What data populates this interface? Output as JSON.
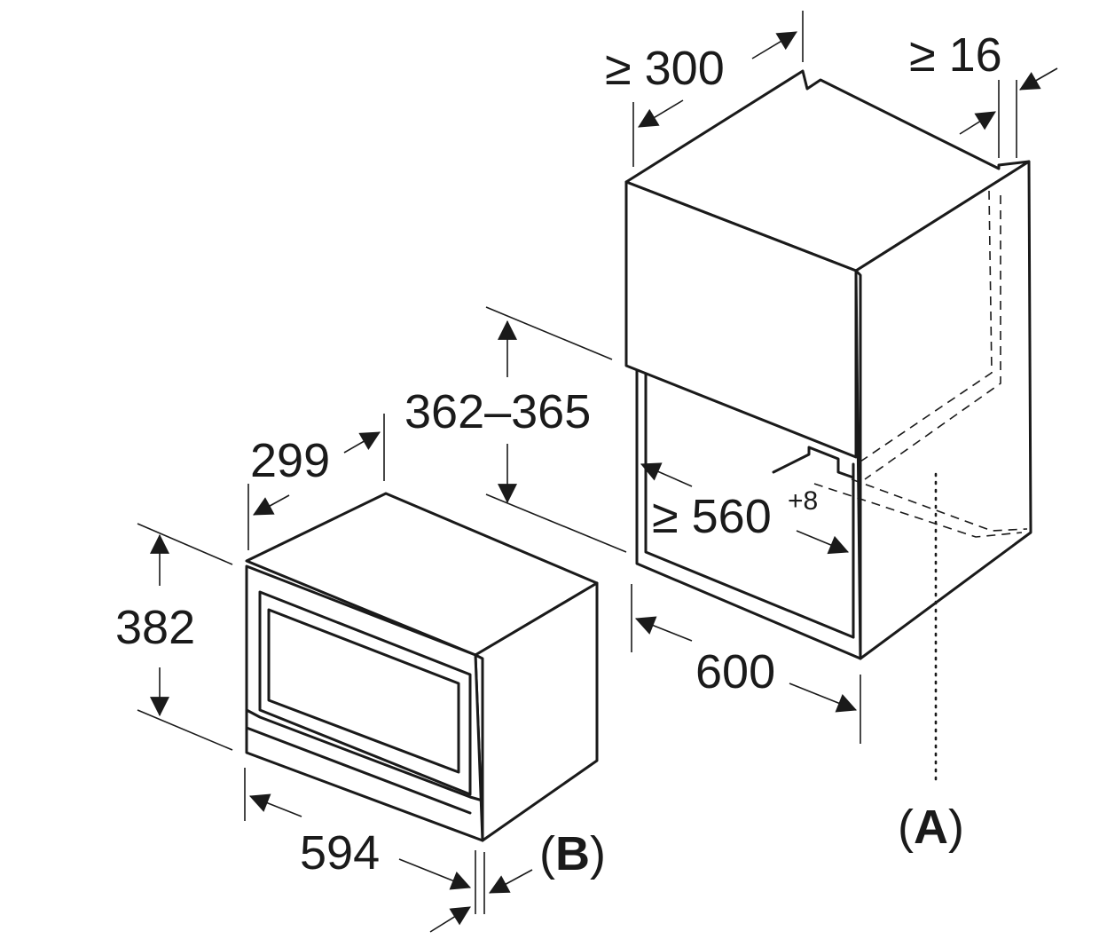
{
  "dimensions": {
    "cabinet_depth": "≥ 300",
    "rear_gap": "≥ 16",
    "niche_height": "362–365",
    "niche_width": "≥ 560",
    "niche_width_tolerance": "+8",
    "cabinet_width": "600",
    "appliance_depth": "299",
    "appliance_height": "382",
    "appliance_width": "594"
  },
  "labels": {
    "a_open": "(",
    "a_letter": "A",
    "a_close": ")",
    "b_open": "(",
    "b_letter": "B",
    "b_close": ")"
  }
}
